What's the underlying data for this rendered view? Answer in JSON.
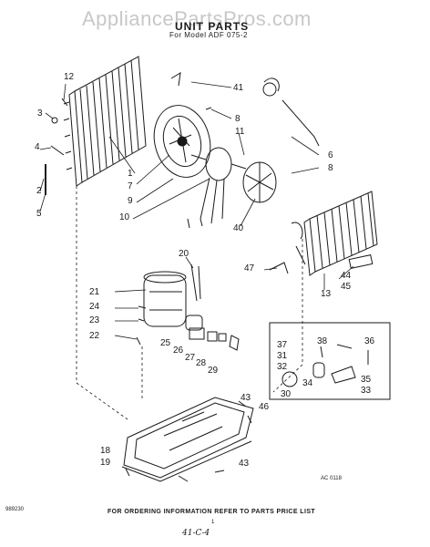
{
  "watermark": "AppliancePartsPros.com",
  "title": "UNIT PARTS",
  "subtitle": "For Model ADF 075-2",
  "footer": "FOR ORDERING INFORMATION REFER TO PARTS PRICE LIST",
  "doc_number": "989230",
  "page_number": "1",
  "handwritten": "41-C-4",
  "drawing_code": "AC 0118",
  "callouts": {
    "c1": "1",
    "c2": "2",
    "c3": "3",
    "c4": "4",
    "c5": "5",
    "c6": "6",
    "c7": "7",
    "c8a": "8",
    "c8b": "8",
    "c9": "9",
    "c10": "10",
    "c11": "11",
    "c12": "12",
    "c13": "13",
    "c18": "18",
    "c19": "19",
    "c20": "20",
    "c21": "21",
    "c22": "22",
    "c23": "23",
    "c24": "24",
    "c25": "25",
    "c26": "26",
    "c27": "27",
    "c28": "28",
    "c29": "29",
    "c30": "30",
    "c31": "31",
    "c32": "32",
    "c33": "33",
    "c34": "34",
    "c35": "35",
    "c36": "36",
    "c37": "37",
    "c38": "38",
    "c40": "40",
    "c41": "41",
    "c43a": "43",
    "c43b": "43",
    "c44": "44",
    "c45": "45",
    "c46": "46",
    "c47": "47"
  }
}
